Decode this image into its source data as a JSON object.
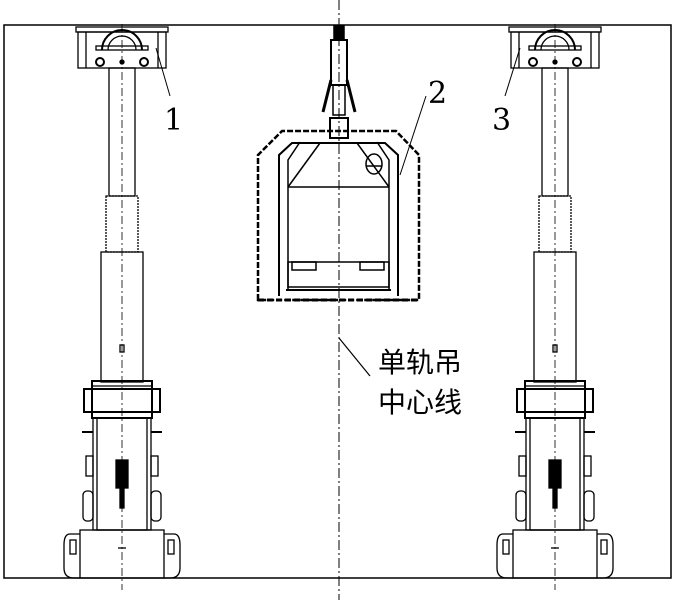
{
  "labels": {
    "part_1": "1",
    "part_2": "2",
    "part_3": "3",
    "centerline_line1": "单轨吊",
    "centerline_line2": "中心线"
  },
  "colors": {
    "line": "#000000",
    "background": "#ffffff"
  }
}
